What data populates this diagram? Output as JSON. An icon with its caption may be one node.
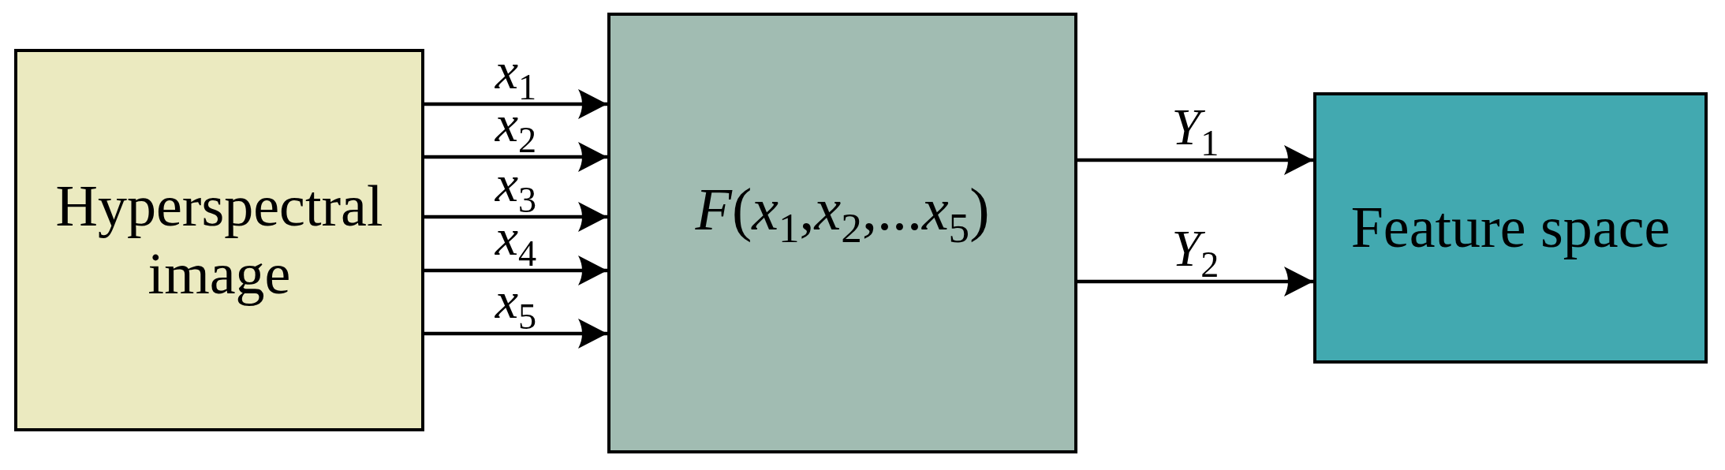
{
  "diagram": {
    "nodes": [
      {
        "text": [
          "Hyperspectral image"
        ]
      },
      {
        "text": [
          "*F*(*x*$_{1}$,*x*$_{2}$,...*x*$_{5}$)"
        ]
      },
      {
        "text": [
          "Feature space"
        ]
      }
    ],
    "edges": [
      {
        "from": 0,
        "to": 1,
        "arrow": "to",
        "label": "*x*$_{1}$"
      },
      {
        "from": 0,
        "to": 1,
        "arrow": "to",
        "label": "*x*$_{2}$"
      },
      {
        "from": 0,
        "to": 1,
        "arrow": "to",
        "label": "*x*$_{3}$"
      },
      {
        "from": 0,
        "to": 1,
        "arrow": "to",
        "label": "*x*$_{4}$"
      },
      {
        "from": 0,
        "to": 1,
        "arrow": "to",
        "label": "*x*$_{5}$"
      },
      {
        "from": 1,
        "to": 2,
        "arrow": "to",
        "label": "*Y*$_{1}$"
      },
      {
        "from": 1,
        "to": 2,
        "arrow": "to",
        "label": "*Y*$_{2}$"
      }
    ]
  }
}
